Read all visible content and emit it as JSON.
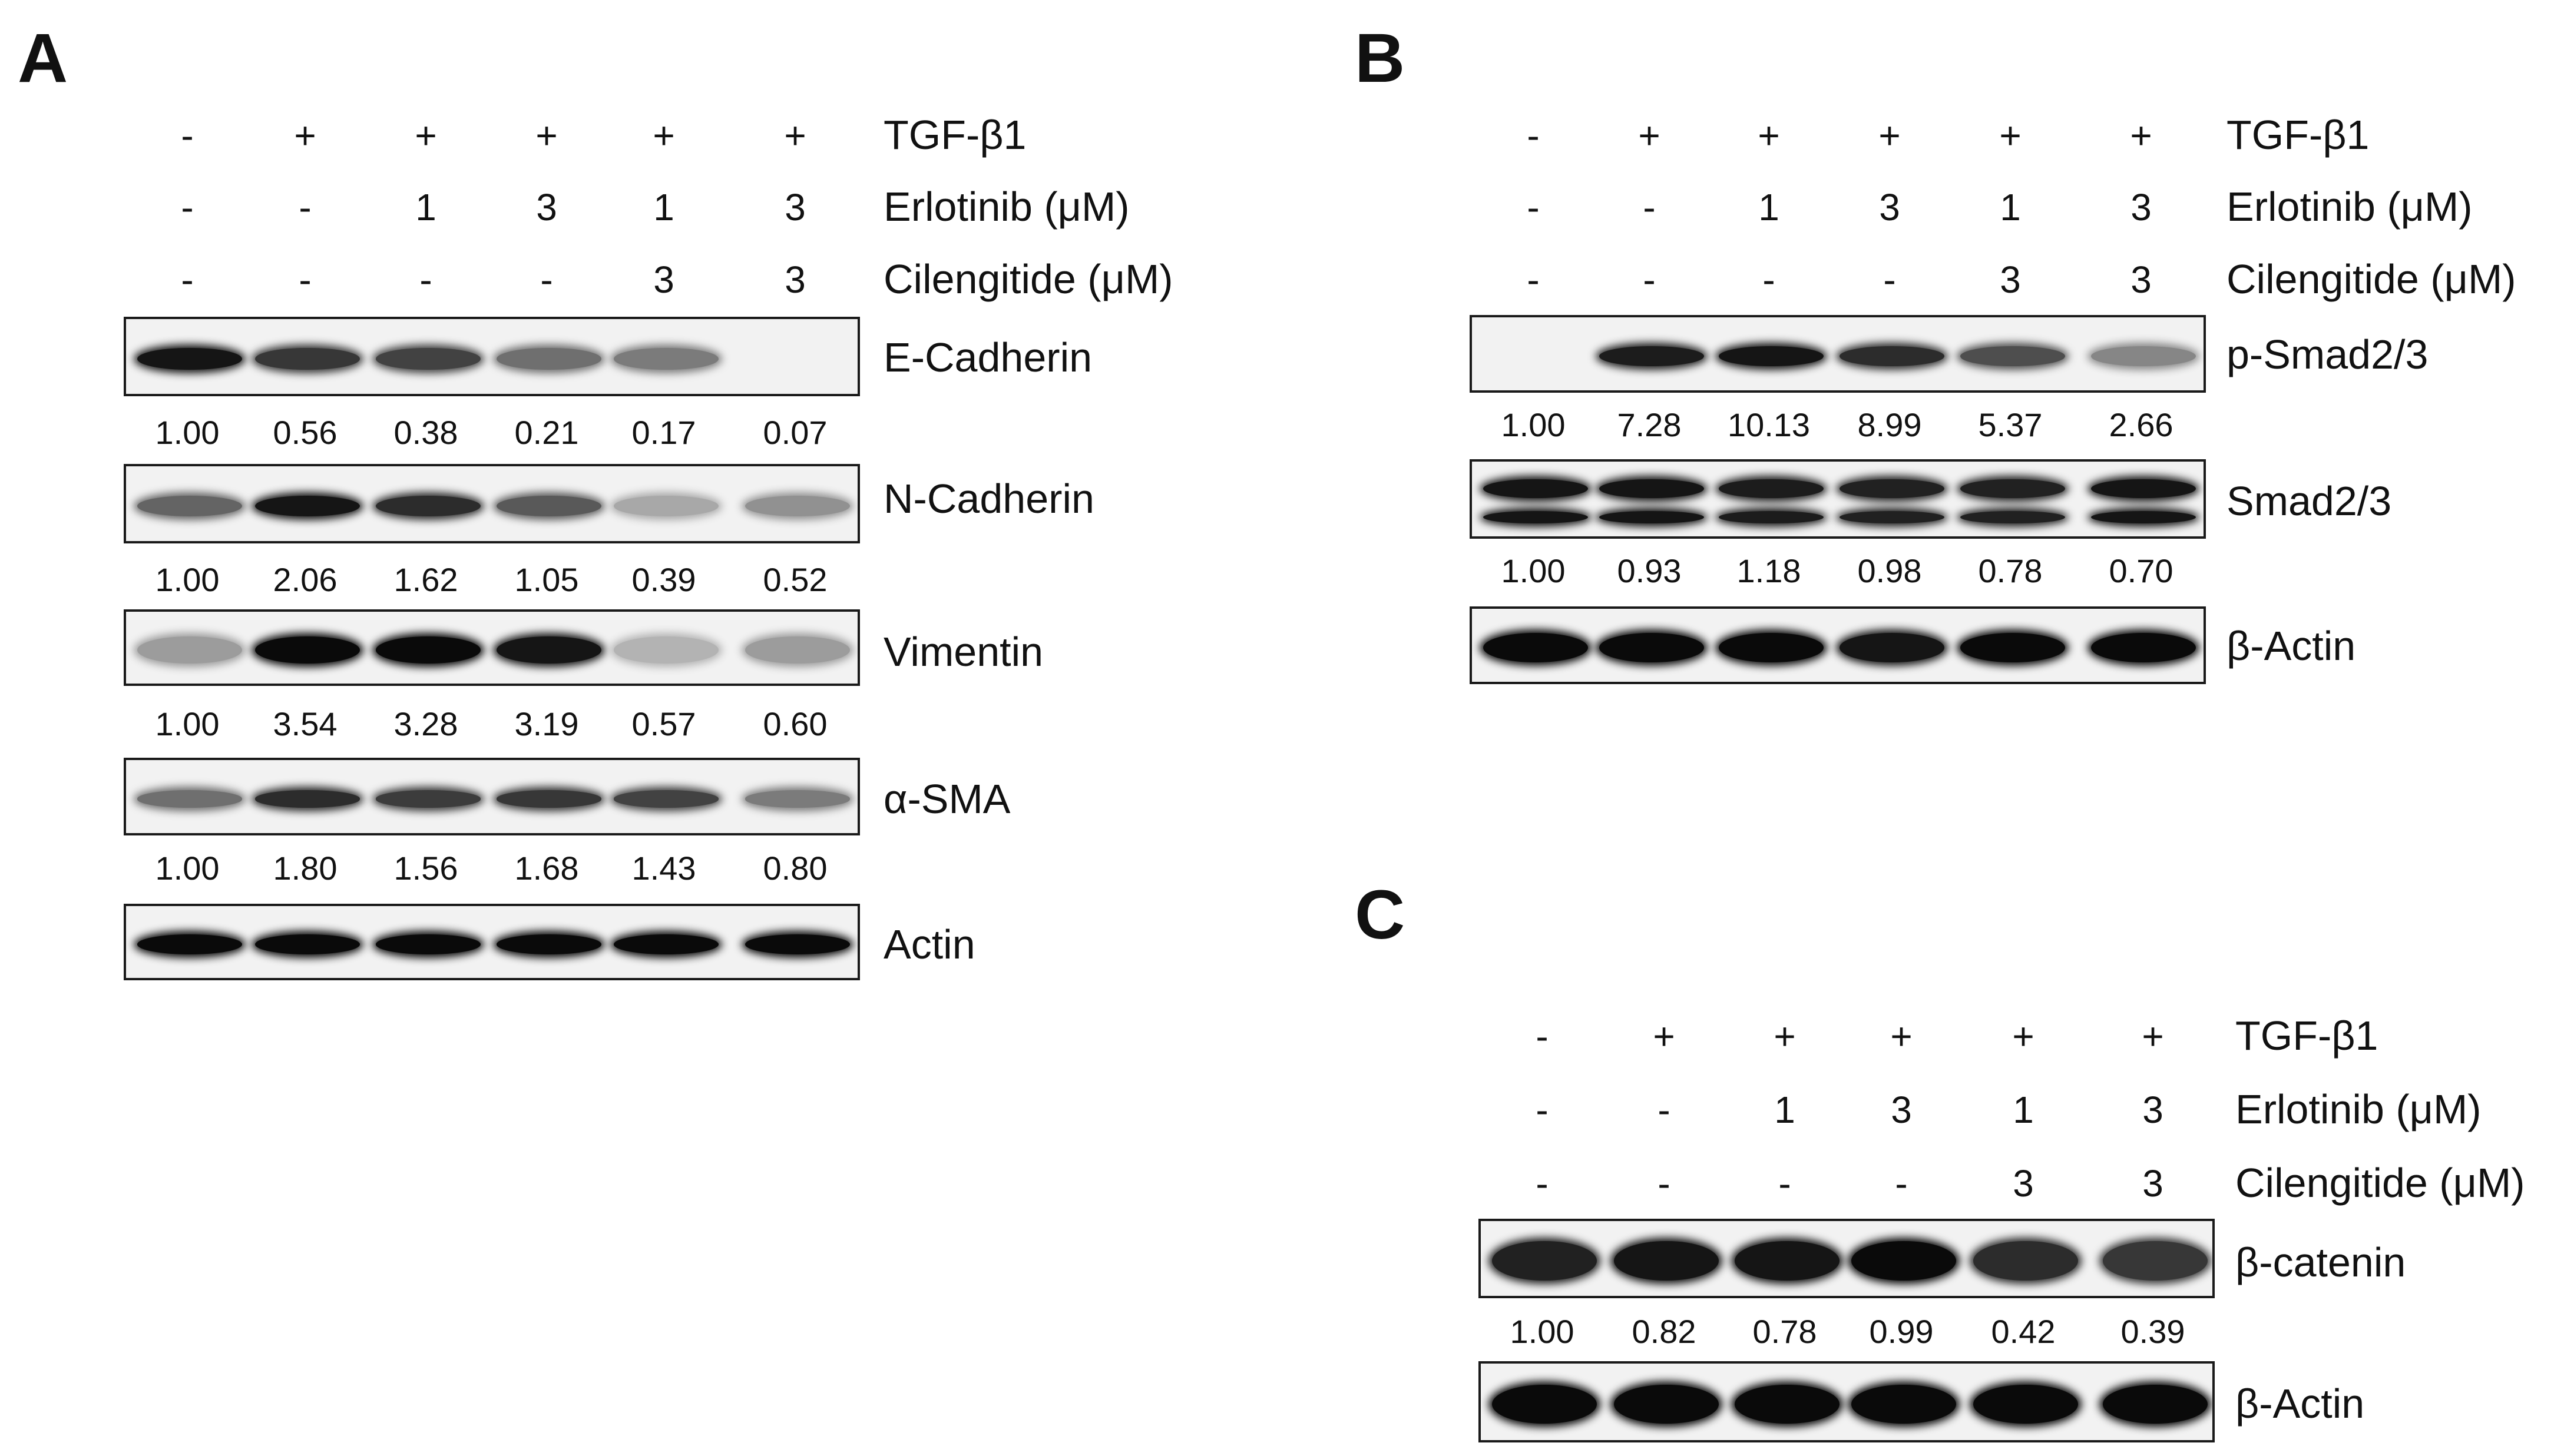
{
  "panels": {
    "A": {
      "letter": "A",
      "treatments": [
        {
          "label": "TGF-β1",
          "values": [
            "-",
            "+",
            "+",
            "+",
            "+",
            "+"
          ]
        },
        {
          "label": "Erlotinib (μM)",
          "values": [
            "-",
            "-",
            "1",
            "3",
            "1",
            "3"
          ]
        },
        {
          "label": "Cilengitide (μM)",
          "values": [
            "-",
            "-",
            "-",
            "-",
            "3",
            "3"
          ]
        }
      ],
      "blots": [
        {
          "label": "E-Cadherin",
          "quant": [
            "1.00",
            "0.56",
            "0.38",
            "0.21",
            "0.17",
            "0.07"
          ]
        },
        {
          "label": "N-Cadherin",
          "quant": [
            "1.00",
            "2.06",
            "1.62",
            "1.05",
            "0.39",
            "0.52"
          ]
        },
        {
          "label": "Vimentin",
          "quant": [
            "1.00",
            "3.54",
            "3.28",
            "3.19",
            "0.57",
            "0.60"
          ]
        },
        {
          "label": "α-SMA",
          "quant": [
            "1.00",
            "1.80",
            "1.56",
            "1.68",
            "1.43",
            "0.80"
          ]
        },
        {
          "label": "Actin",
          "quant": []
        }
      ]
    },
    "B": {
      "letter": "B",
      "treatments": [
        {
          "label": "TGF-β1",
          "values": [
            "-",
            "+",
            "+",
            "+",
            "+",
            "+"
          ]
        },
        {
          "label": "Erlotinib (μM)",
          "values": [
            "-",
            "-",
            "1",
            "3",
            "1",
            "3"
          ]
        },
        {
          "label": "Cilengitide (μM)",
          "values": [
            "-",
            "-",
            "-",
            "-",
            "3",
            "3"
          ]
        }
      ],
      "blots": [
        {
          "label": "p-Smad2/3",
          "quant": [
            "1.00",
            "7.28",
            "10.13",
            "8.99",
            "5.37",
            "2.66"
          ]
        },
        {
          "label": "Smad2/3",
          "quant": [
            "1.00",
            "0.93",
            "1.18",
            "0.98",
            "0.78",
            "0.70"
          ]
        },
        {
          "label": "β-Actin",
          "quant": []
        }
      ]
    },
    "C": {
      "letter": "C",
      "treatments": [
        {
          "label": "TGF-β1",
          "values": [
            "-",
            "+",
            "+",
            "+",
            "+",
            "+"
          ]
        },
        {
          "label": "Erlotinib (μM)",
          "values": [
            "-",
            "-",
            "1",
            "3",
            "1",
            "3"
          ]
        },
        {
          "label": "Cilengitide (μM)",
          "values": [
            "-",
            "-",
            "-",
            "-",
            "3",
            "3"
          ]
        }
      ],
      "blots": [
        {
          "label": "β-catenin",
          "quant": [
            "1.00",
            "0.82",
            "0.78",
            "0.99",
            "0.42",
            "0.39"
          ]
        },
        {
          "label": "β-Actin",
          "quant": []
        }
      ]
    }
  }
}
